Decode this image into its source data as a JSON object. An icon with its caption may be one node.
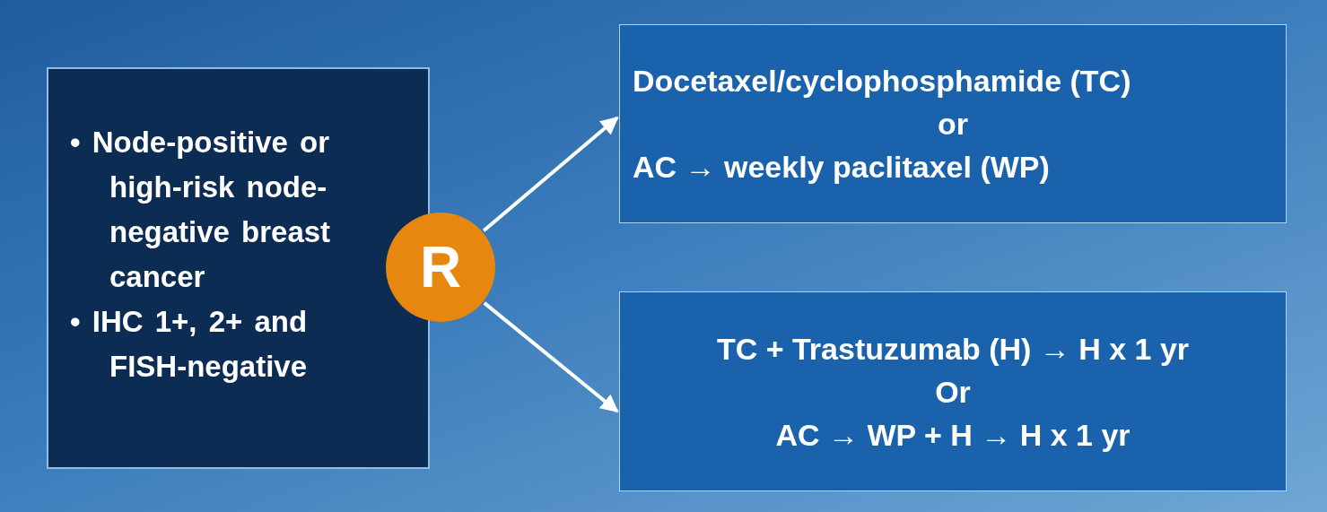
{
  "diagram": {
    "nodes": [
      {
        "text": [
          "• Node-positive or high-risk node-negative breast cancer",
          "• IHC 1+, 2+ and FISH-negative"
        ]
      },
      {
        "text": [
          "R"
        ]
      },
      {
        "text": [
          "Docetaxel/cyclophosphamide (TC)",
          "or",
          "AC → weekly paclitaxel (WP)"
        ]
      },
      {
        "text": [
          "TC + Trastuzumab (H) → H x 1 yr",
          "Or",
          "AC → WP + H → H x 1 yr"
        ]
      }
    ],
    "edges": [
      {
        "from": 1,
        "to": 2,
        "arrow": "to"
      },
      {
        "from": 1,
        "to": 3,
        "arrow": "to"
      }
    ]
  }
}
